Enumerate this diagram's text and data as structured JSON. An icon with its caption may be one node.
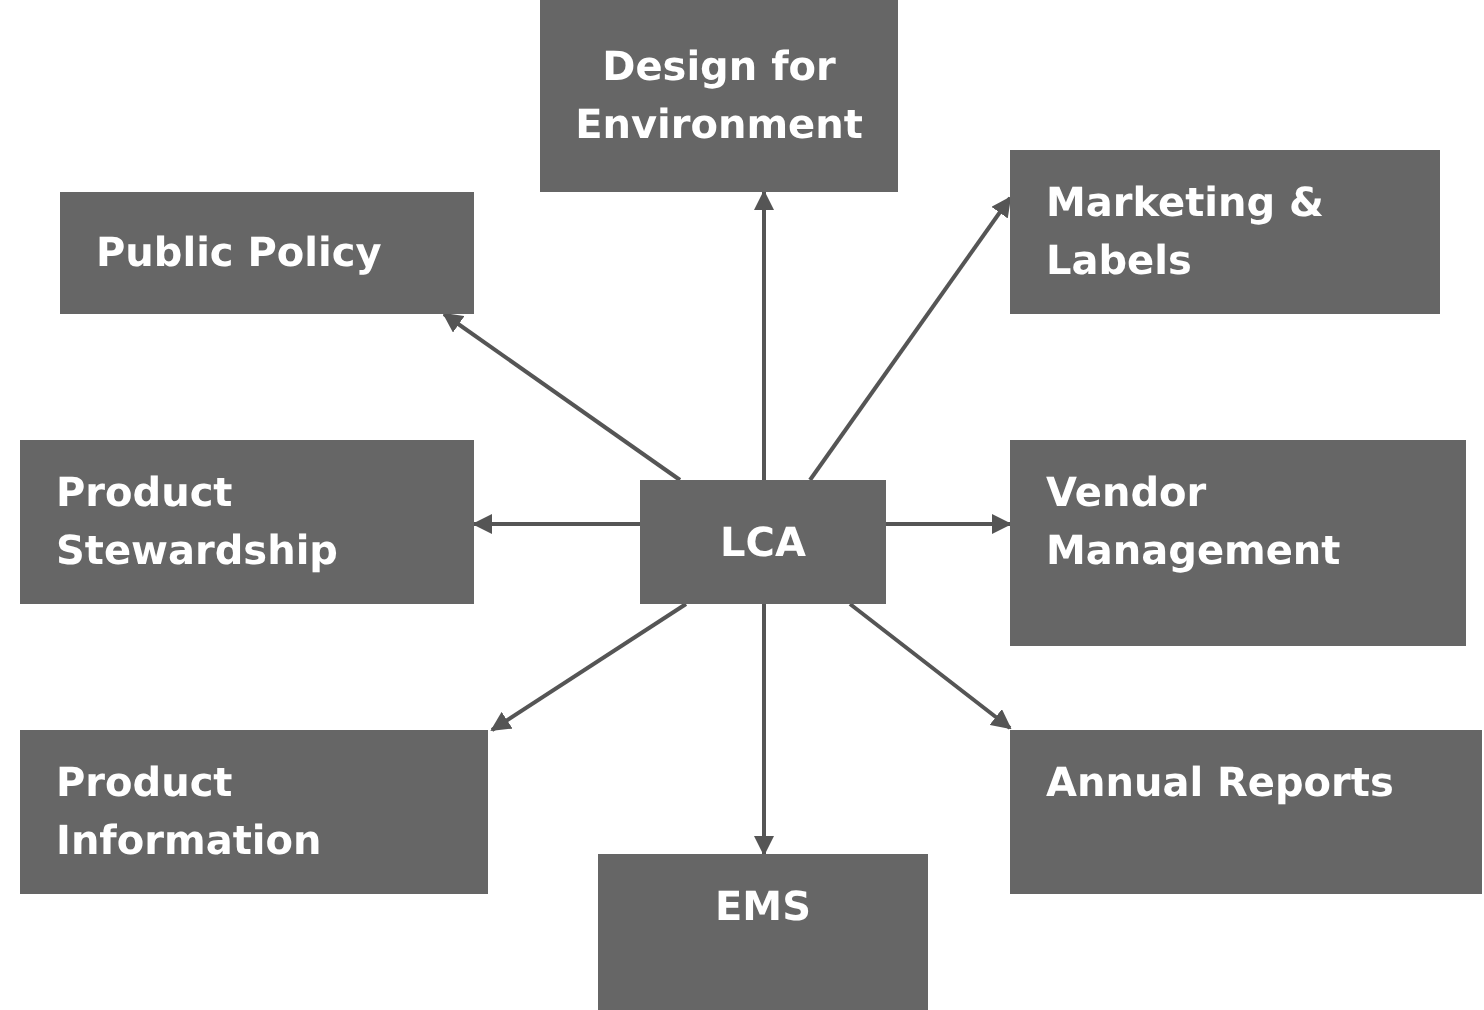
{
  "diagram": {
    "nodes": [
      {
        "text": [
          "LCA"
        ]
      },
      {
        "text": [
          "Design for Environment"
        ]
      },
      {
        "text": [
          "Public Policy"
        ]
      },
      {
        "text": [
          "Marketing & Labels"
        ]
      },
      {
        "text": [
          "Product Stewardship"
        ]
      },
      {
        "text": [
          "Vendor Management"
        ]
      },
      {
        "text": [
          "Product Information"
        ]
      },
      {
        "text": [
          "Annual Reports"
        ]
      },
      {
        "text": [
          "EMS"
        ]
      }
    ],
    "edges": [
      {
        "from": 0,
        "to": 1,
        "arrow": "to"
      },
      {
        "from": 0,
        "to": 2,
        "arrow": "to"
      },
      {
        "from": 0,
        "to": 3,
        "arrow": "to"
      },
      {
        "from": 0,
        "to": 4,
        "arrow": "to"
      },
      {
        "from": 0,
        "to": 5,
        "arrow": "to"
      },
      {
        "from": 0,
        "to": 6,
        "arrow": "to"
      },
      {
        "from": 0,
        "to": 7,
        "arrow": "to"
      },
      {
        "from": 0,
        "to": 8,
        "arrow": "to"
      }
    ]
  }
}
